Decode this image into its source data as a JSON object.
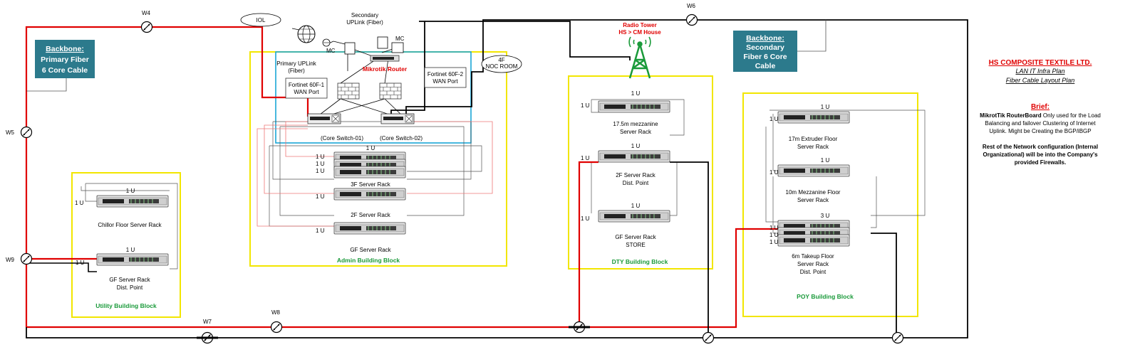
{
  "backbone_primary": {
    "title": "Backbone:",
    "line1": "Primary Fiber",
    "line2": "6 Core Cable"
  },
  "backbone_secondary": {
    "title": "Backbone:",
    "line1": "Secondary",
    "line2": "Fiber 6 Core",
    "line3": "Cable"
  },
  "waypoints": {
    "w4": "W4",
    "w5": "W5",
    "w6": "W6",
    "w7": "W7",
    "w8": "W8",
    "w9": "W9"
  },
  "internet": {
    "iol": "IOL",
    "secondary_uplink_1": "Secondary",
    "secondary_uplink_2": "UPLink (Fiber)",
    "mc": "MC",
    "primary_uplink_1": "Primary UPLink",
    "primary_uplink_2": "(Fiber)"
  },
  "noc": {
    "mikrotik": "Mikrotik Router",
    "noc_1": "4F",
    "noc_2": "NOC ROOM",
    "fortinet1_1": "Fortinet 60F-1",
    "fortinet1_2": "WAN Port",
    "fortinet2_1": "Fortinet 60F-2",
    "fortinet2_2": "WAN Port",
    "core1": "(Core Switch-01)",
    "core2": "(Core Switch-02)"
  },
  "radio": {
    "line1": "Radio Tower",
    "line2": "HS > CM House"
  },
  "admin": {
    "rack3f": "3F Server Rack",
    "rack2f": "2F Server Rack",
    "rackgf": "GF Server Rack",
    "block": "Admin Building Block"
  },
  "utility": {
    "chillor": "Chillor Floor Server Rack",
    "gf_1": "GF Server Rack",
    "gf_2": "Dist. Point",
    "block": "Utility Building Block"
  },
  "dty": {
    "mezz_1": "17.5m mezzanine",
    "mezz_2": "Server Rack",
    "r2f_1": "2F Server Rack",
    "r2f_2": "Dist. Point",
    "gf_1": "GF Server Rack",
    "gf_2": "STORE",
    "block": "DTY Building Block"
  },
  "poy": {
    "ext_1": "17m Extruder Floor",
    "ext_2": "Server Rack",
    "mez_1": "10m Mezzanine Floor",
    "mez_2": "Server Rack",
    "take_1": "6m Takeup Floor",
    "take_2": "Server Rack",
    "take_3": "Dist. Point",
    "block": "POY Building Block"
  },
  "units": {
    "one": "1 U",
    "three": "3 U"
  },
  "company": {
    "name": "HS COMPOSITE TEXTILE LTD.",
    "plan1": "LAN IT Infra Plan",
    "plan2": "Fiber Cable Layout Plan"
  },
  "brief": {
    "title": "Brief:",
    "bold": "MikrotTik RouterBoard",
    "p1a": " Only used for the Load",
    "p1b": "Balancing and failover Clustering of Internet",
    "p1c": "Uplink. Might be Creating the BGP/iBGP",
    "p2a": "Rest of the Network configuration (Internal",
    "p2b": "Organizational) will be into the Company's",
    "p2c": "provided Firewalls."
  },
  "colors": {
    "red": "#e00000",
    "yellow": "#f2e600",
    "cyan": "#1aa7d6",
    "teal": "#2c7a8c",
    "green": "#1a9a3a"
  }
}
